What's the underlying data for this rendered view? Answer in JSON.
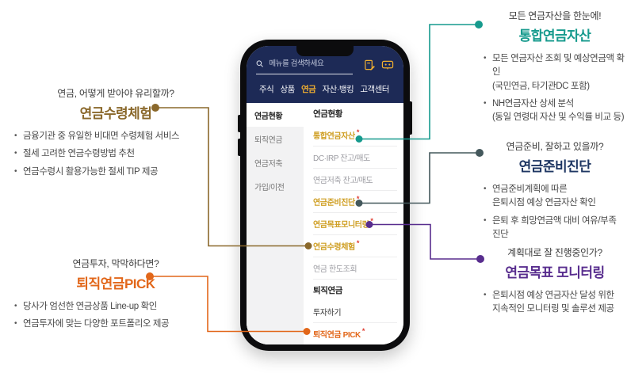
{
  "colors": {
    "navy": "#1d2a56",
    "gold": "#f2b02f",
    "menugold": "#cf9e22",
    "orange": "#e2671a",
    "teal": "#169a8d",
    "slate": "#44585c",
    "purple": "#582d8e",
    "brown": "#8a682b",
    "navyhead": "#1f3763",
    "red": "#e03c31"
  },
  "phone": {
    "search": {
      "placeholder": "메뉴를 검색하세요"
    },
    "header_icons": [
      "document-edit-icon",
      "chatbot-icon"
    ],
    "tabs": [
      {
        "label": "주식"
      },
      {
        "label": "상품"
      },
      {
        "label": "연금",
        "active": true
      },
      {
        "label": "자산·뱅킹"
      },
      {
        "label": "고객센터"
      }
    ],
    "sidebar": [
      {
        "label": "연금현황",
        "active": true
      },
      {
        "label": "퇴직연금"
      },
      {
        "label": "연금저축"
      },
      {
        "label": "가입/이전"
      }
    ],
    "menu": [
      {
        "label": "연금현황",
        "type": "header"
      },
      {
        "label": "통합연금자산",
        "type": "gold",
        "required": "*"
      },
      {
        "label": "DC·IRP 잔고/매도",
        "type": "muted"
      },
      {
        "label": "연금저축 잔고/매도",
        "type": "muted"
      },
      {
        "label": "연금준비진단",
        "type": "gold",
        "required": "*"
      },
      {
        "label": "연금목표모니터링",
        "type": "gold",
        "required": "*"
      },
      {
        "label": "연금수령체험",
        "type": "gold",
        "required": "*"
      },
      {
        "label": "연금 한도조회",
        "type": "muted"
      },
      {
        "label": "퇴직연금",
        "type": "header"
      },
      {
        "label": "투자하기",
        "type": "plain"
      },
      {
        "label": "퇴직연금 PICK",
        "type": "orange",
        "required": "*"
      }
    ]
  },
  "annotations": {
    "left": [
      {
        "title": "연금, 어떻게 받아야 유리할까?",
        "heading": "연금수령체험",
        "bullets": [
          "금융기관 중 유일한 비대면 수령체험 서비스",
          "절세 고려한 연금수령방법 추천",
          "연금수령시 활용가능한 절세 TIP 제공"
        ]
      },
      {
        "title": "연금투자, 막막하다면?",
        "heading": "퇴직연금PICK",
        "bullets": [
          "당사가 엄선한 연금상품 Line-up 확인",
          "연금투자에 맞는 다양한 포트폴리오 제공"
        ]
      }
    ],
    "right": [
      {
        "title": "모든 연금자산을 한눈에!",
        "heading": "통합연금자산",
        "bullets": [
          [
            "모든 연금자산 조회 및 예상연금액 확인",
            "(국민연금, 타기관DC 포함)"
          ],
          [
            "NH연금자산 상세 분석",
            "(동일 연령대 자산 및 수익률 비교 등)"
          ]
        ]
      },
      {
        "title": "연금준비, 잘하고 있을까?",
        "heading": "연금준비진단",
        "bullets": [
          [
            "연금준비계획에 따른",
            "은퇴시점 예상 연금자산 확인"
          ],
          [
            "은퇴 후 희망연금액 대비 여유/부족 진단"
          ]
        ]
      },
      {
        "title": "계획대로 잘 진행중인가?",
        "heading": "연금목표 모니터링",
        "bullets": [
          [
            "은퇴시점 예상 연금자산 달성 위한",
            "지속적인 모니터링 및 솔루션 제공"
          ]
        ]
      }
    ]
  }
}
